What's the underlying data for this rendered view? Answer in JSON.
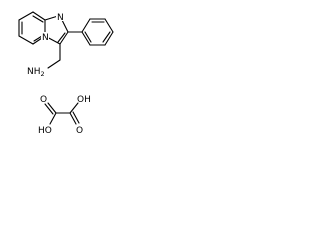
{
  "molecule": {
    "atoms": {
      "ring_nitrogen": "N",
      "bridge_nitrogen": "N",
      "amine": "NH",
      "amine_subscript": "2",
      "acid_hydroxyl_1": "OH",
      "acid_hydroxyl_2": "HO",
      "acid_carbonyl_1": "O",
      "acid_carbonyl_2": "O"
    }
  }
}
